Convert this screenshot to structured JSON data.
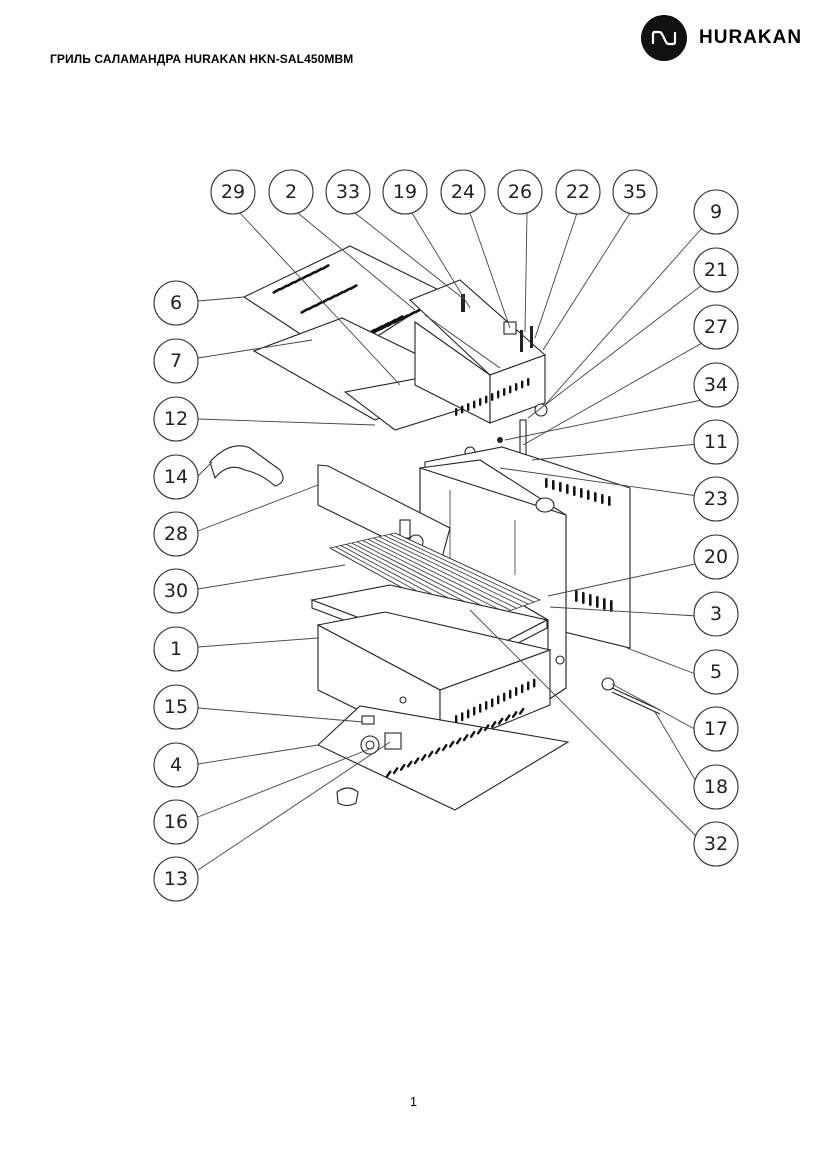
{
  "document": {
    "title": "ГРИЛЬ САЛАМАНДРА HURAKAN HKN-SAL450MBM",
    "page_number": "1"
  },
  "brand": {
    "name": "HURAKAN",
    "logo_icon": "hurakan-infinity-logo-icon"
  },
  "diagram": {
    "callouts": [
      {
        "label": "29"
      },
      {
        "label": "2"
      },
      {
        "label": "33"
      },
      {
        "label": "19"
      },
      {
        "label": "24"
      },
      {
        "label": "26"
      },
      {
        "label": "22"
      },
      {
        "label": "35"
      },
      {
        "label": "9"
      },
      {
        "label": "21"
      },
      {
        "label": "27"
      },
      {
        "label": "34"
      },
      {
        "label": "11"
      },
      {
        "label": "23"
      },
      {
        "label": "20"
      },
      {
        "label": "3"
      },
      {
        "label": "5"
      },
      {
        "label": "17"
      },
      {
        "label": "18"
      },
      {
        "label": "32"
      },
      {
        "label": "6"
      },
      {
        "label": "7"
      },
      {
        "label": "12"
      },
      {
        "label": "14"
      },
      {
        "label": "28"
      },
      {
        "label": "30"
      },
      {
        "label": "1"
      },
      {
        "label": "15"
      },
      {
        "label": "4"
      },
      {
        "label": "16"
      },
      {
        "label": "13"
      }
    ]
  }
}
